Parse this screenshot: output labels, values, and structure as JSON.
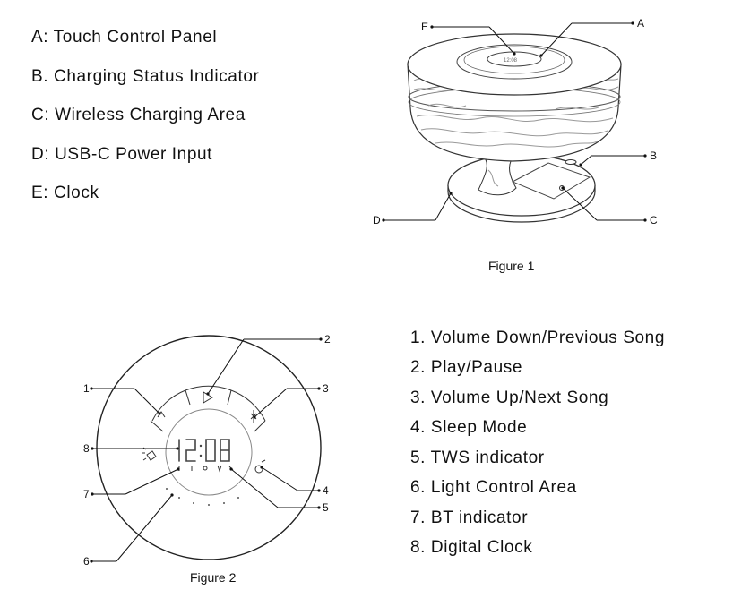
{
  "part_legend": [
    {
      "letter": "A",
      "text": "A: Touch Control Panel"
    },
    {
      "letter": "B",
      "text": "B. Charging Status Indicator"
    },
    {
      "letter": "C",
      "text": "C: Wireless Charging Area"
    },
    {
      "letter": "D",
      "text": "D: USB-C Power Input"
    },
    {
      "letter": "E",
      "text": "E: Clock"
    }
  ],
  "figure1": {
    "caption": "Figure 1",
    "callouts": {
      "A": "A",
      "B": "B",
      "C": "C",
      "D": "D",
      "E": "E"
    }
  },
  "figure2": {
    "caption": "Figure 2",
    "callouts": {
      "n1": "1",
      "n2": "2",
      "n3": "3",
      "n4": "4",
      "n5": "5",
      "n6": "6",
      "n7": "7",
      "n8": "8"
    },
    "clock_display": "12:08"
  },
  "control_list": [
    "1. Volume Down/Previous Song",
    "2. Play/Pause",
    "3. Volume Up/Next Song",
    "4. Sleep Mode",
    "5. TWS indicator",
    "6. Light Control Area",
    "7. BT indicator",
    "8. Digital Clock"
  ]
}
